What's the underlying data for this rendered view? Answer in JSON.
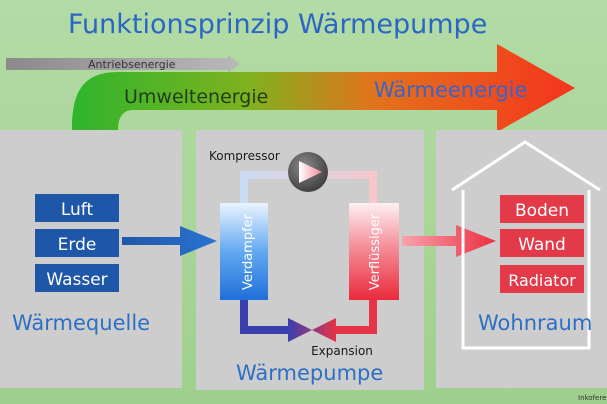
{
  "title": "Funktionsprinzip Wärmepumpe",
  "arrow_labels": {
    "drive": "Antriebsenergie",
    "environment": "Umweltenergie",
    "heat": "Wärmeenergie"
  },
  "source_panel": {
    "label": "Wärmequelle",
    "items": [
      "Luft",
      "Erde",
      "Wasser"
    ]
  },
  "pump_panel": {
    "label": "Wärmepumpe",
    "compressor": "Kompressor",
    "evaporator": "Verdampfer",
    "condenser": "Verflüssiger",
    "expansion": "Expansion"
  },
  "room_panel": {
    "label": "Wohnraum",
    "items": [
      "Boden",
      "Wand",
      "Radiator"
    ]
  },
  "credit": "Inkoferer",
  "colors": {
    "title": "#2a67c4",
    "panel": "#cdcdcd",
    "source_box": "#1f57a8",
    "room_box": "#e33a4a",
    "hot": "#ef3545",
    "cold": "#1f57a8",
    "label_blue": "#2d6fc4"
  }
}
